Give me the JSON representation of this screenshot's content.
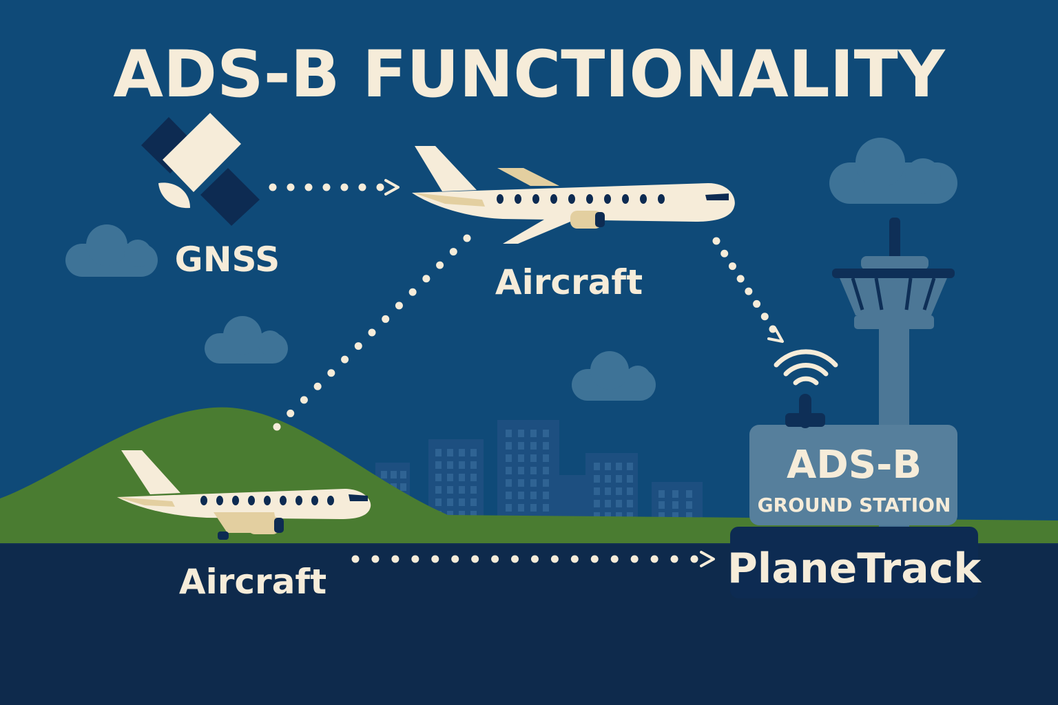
{
  "title": "ADS-B FUNCTIONALITY",
  "nodes": {
    "gnss": {
      "label": "GNSS"
    },
    "aircraft_air": {
      "label": "Aircraft"
    },
    "aircraft_ground": {
      "label": "Aircraft"
    },
    "ground_station": {
      "label": "ADS-B",
      "sublabel": "GROUND STATION"
    },
    "planetrack": {
      "label": "PlaneTrack"
    }
  },
  "icons": [
    "satellite-icon",
    "airplane-icon",
    "control-tower-icon",
    "antenna-icon",
    "wifi-signal-icon",
    "cloud-icon",
    "city-skyline"
  ],
  "colors": {
    "sky": "#0f4a78",
    "ground": "#0e2a4c",
    "grass": "#4a7c31",
    "cream": "#f6ecd9",
    "plane_accent": "#e3cfa0",
    "dark_navy": "#0d2b52",
    "cloud": "#3e7397",
    "building": "#1d4f80",
    "tower": "#4c7796",
    "station_box": "#567f9c"
  }
}
